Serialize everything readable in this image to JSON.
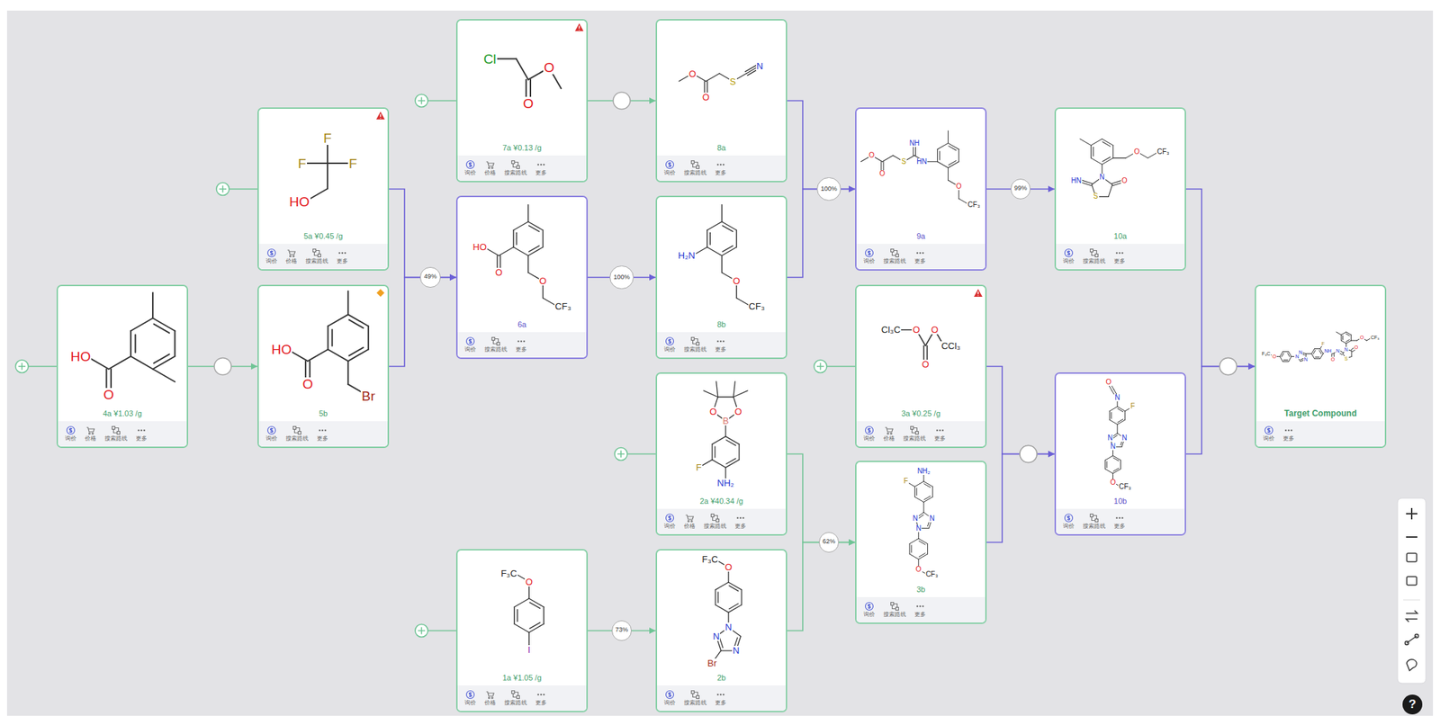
{
  "diagram": {
    "nodes": [
      {
        "text": [
          "O",
          "HO",
          "4a ¥1.03 /g",
          "询价",
          "价格",
          "搜索路线",
          "更多"
        ]
      },
      {
        "text": [
          "F",
          "F",
          "F",
          "HO",
          "5a ¥0.45 /g",
          "询价",
          "价格",
          "搜索路线",
          "更多"
        ]
      },
      {
        "text": [
          "O",
          "HO",
          "Br",
          "5b",
          "询价",
          "搜索路线",
          "更多"
        ]
      },
      {
        "text": [
          "Cl",
          "O",
          "O",
          "7a ¥0.13 /g",
          "询价",
          "价格",
          "搜索路线",
          "更多"
        ]
      },
      {
        "text": [
          "O",
          "HO",
          "O",
          "CF₃",
          "6a",
          "询价",
          "搜索路线",
          "更多"
        ]
      },
      {
        "text": [
          "O",
          "F₃C",
          "I",
          "1a ¥1.05 /g",
          "询价",
          "价格",
          "搜索路线",
          "更多"
        ]
      },
      {
        "text": [
          "O",
          "O",
          "S",
          "N",
          "8a",
          "询价",
          "搜索路线",
          "更多"
        ]
      },
      {
        "text": [
          "H₂N",
          "O",
          "CF₃",
          "8b",
          "询价",
          "搜索路线",
          "更多"
        ]
      },
      {
        "text": [
          "B",
          "O",
          "O",
          "F",
          "NH₂",
          "2a ¥40.34 /g",
          "询价",
          "价格",
          "搜索路线",
          "更多"
        ]
      },
      {
        "text": [
          "O",
          "F₃C",
          "N",
          "N",
          "N",
          "Br",
          "2b",
          "询价",
          "搜索路线",
          "更多"
        ]
      },
      {
        "text": [
          "HN",
          "NH",
          "S",
          "O",
          "O",
          "O",
          "CF₃",
          "9a",
          "询价",
          "搜索路线",
          "更多"
        ]
      },
      {
        "text": [
          "Cl₃C",
          "O",
          "O",
          "O",
          "CCl₃",
          "3a ¥0.25 /g",
          "询价",
          "价格",
          "搜索路线",
          "更多"
        ]
      },
      {
        "text": [
          "NH₂",
          "F",
          "N",
          "N",
          "N",
          "O",
          "CF₃",
          "3b",
          "询价",
          "搜索路线",
          "更多"
        ]
      },
      {
        "text": [
          "O",
          "CF₃",
          "N",
          "S",
          "O",
          "HN",
          "10a",
          "询价",
          "搜索路线",
          "更多"
        ]
      },
      {
        "text": [
          "N",
          "O",
          "F",
          "N",
          "N",
          "N",
          "O",
          "CF₃",
          "10b",
          "询价",
          "搜索路线",
          "更多"
        ]
      },
      {
        "text": [
          "O",
          "F₃C",
          "N",
          "N",
          "N",
          "F",
          "NH",
          "O",
          "N",
          "N",
          "S",
          "O",
          "O",
          "CF₃",
          "Target Compound",
          "询价",
          "更多"
        ]
      }
    ],
    "edges": [
      {
        "from": 0,
        "to": 2,
        "arrow": "to"
      },
      {
        "from": 1,
        "to": 4,
        "arrow": "to",
        "label": "49%"
      },
      {
        "from": 2,
        "to": 4,
        "arrow": "to"
      },
      {
        "from": 3,
        "to": 6,
        "arrow": "to"
      },
      {
        "from": 4,
        "to": 7,
        "arrow": "to",
        "label": "100%"
      },
      {
        "from": 6,
        "to": 10,
        "arrow": "to",
        "label": "100%"
      },
      {
        "from": 7,
        "to": 10,
        "arrow": "to"
      },
      {
        "from": 10,
        "to": 13,
        "arrow": "to",
        "label": "99%"
      },
      {
        "from": 8,
        "to": 12,
        "arrow": "to",
        "label": "62%"
      },
      {
        "from": 9,
        "to": 12,
        "arrow": "to"
      },
      {
        "from": 5,
        "to": 9,
        "arrow": "to",
        "label": "73%"
      },
      {
        "from": 11,
        "to": 14,
        "arrow": "to"
      },
      {
        "from": 12,
        "to": 14,
        "arrow": "to"
      },
      {
        "from": 13,
        "to": 15,
        "arrow": "to"
      },
      {
        "from": 14,
        "to": 15,
        "arrow": "to"
      }
    ],
    "labels": [
      "?"
    ]
  }
}
